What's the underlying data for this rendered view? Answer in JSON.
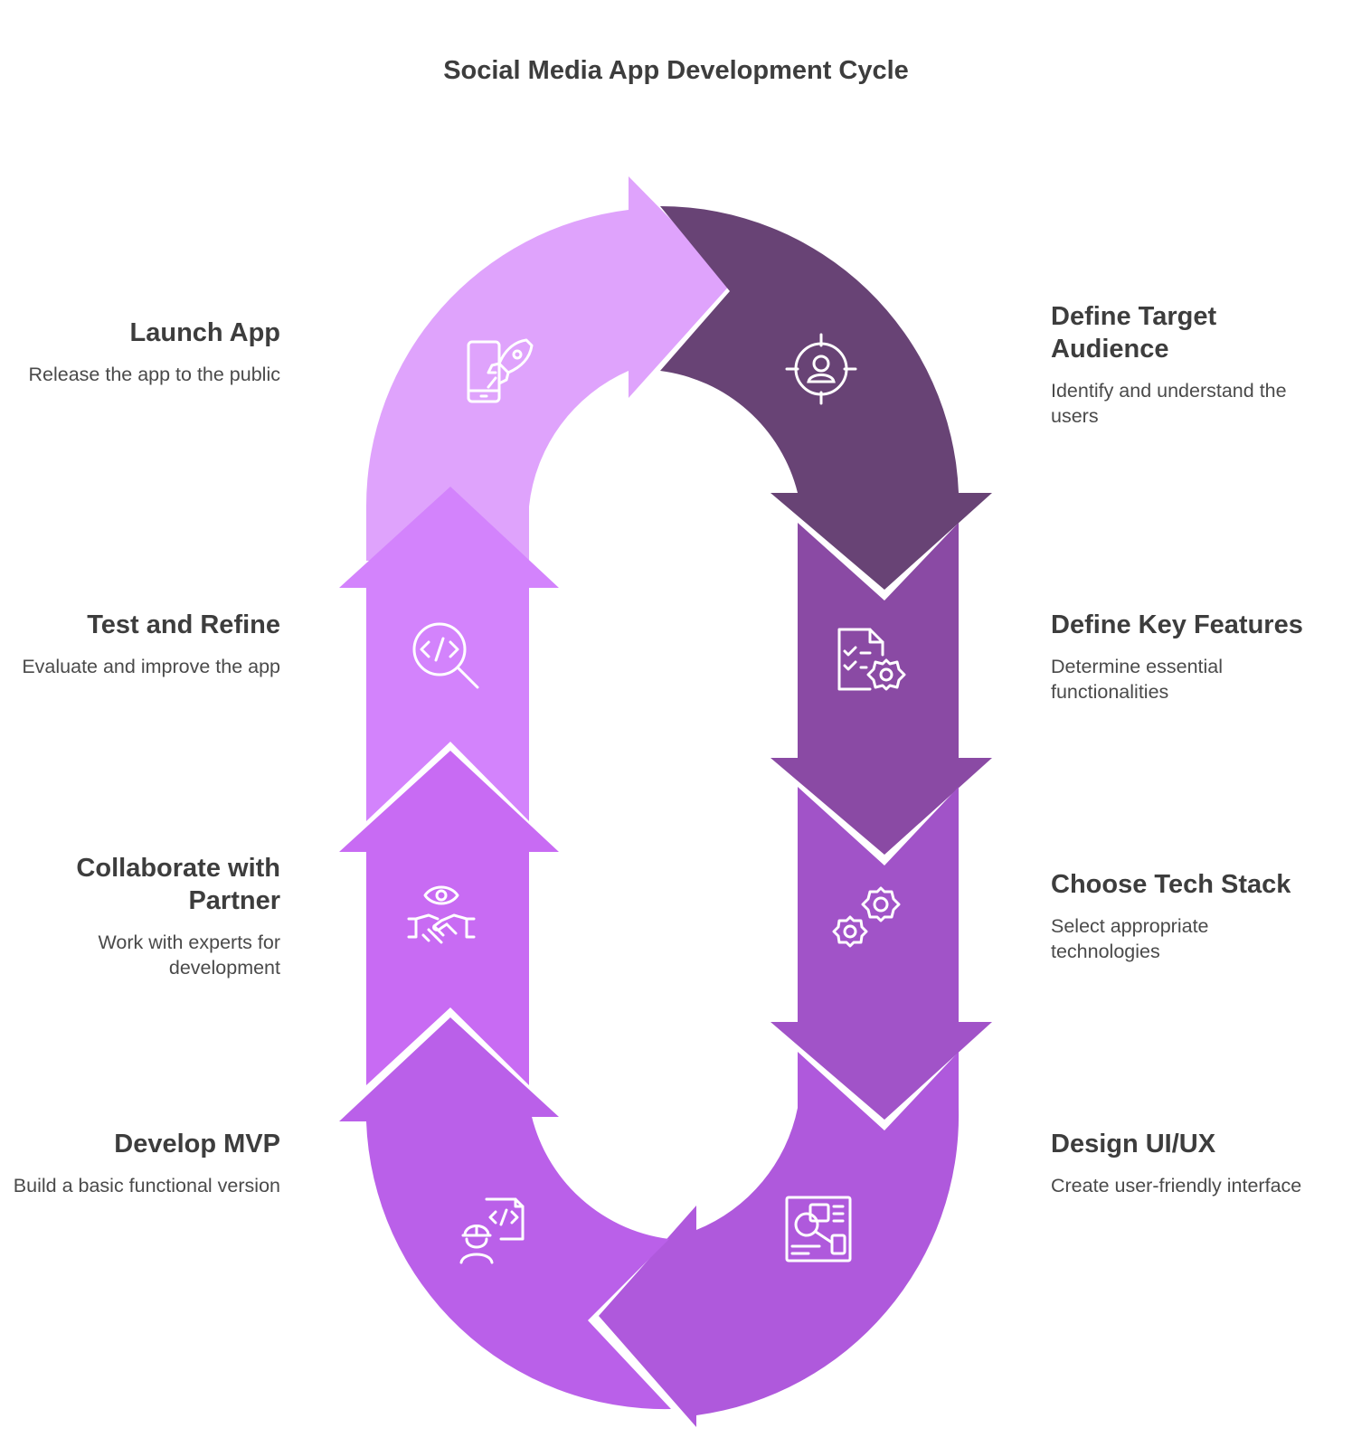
{
  "title": "Social Media App Development Cycle",
  "steps": [
    {
      "id": "define-target-audience",
      "title": "Define Target Audience",
      "description": "Identify and understand the users",
      "color": "#684375",
      "icon": "target-user-icon"
    },
    {
      "id": "define-key-features",
      "title": "Define Key Features",
      "description": "Determine essential functionalities",
      "color": "#8a4aa4",
      "icon": "checklist-gear-icon"
    },
    {
      "id": "choose-tech-stack",
      "title": "Choose Tech Stack",
      "description": "Select appropriate technologies",
      "color": "#a153c8",
      "icon": "gears-icon"
    },
    {
      "id": "design-ui-ux",
      "title": "Design UI/UX",
      "description": "Create user-friendly interface",
      "color": "#af59dc",
      "icon": "ui-design-icon"
    },
    {
      "id": "develop-mvp",
      "title": "Develop MVP",
      "description": "Build a basic functional version",
      "color": "#ba60e9",
      "icon": "developer-icon"
    },
    {
      "id": "collaborate-with-partner",
      "title": "Collaborate with Partner",
      "description": "Work with experts for development",
      "color": "#c86bf3",
      "icon": "handshake-eye-icon"
    },
    {
      "id": "test-and-refine",
      "title": "Test and Refine",
      "description": "Evaluate and improve the app",
      "color": "#d383fc",
      "icon": "code-search-icon"
    },
    {
      "id": "launch-app",
      "title": "Launch App",
      "description": "Release the app to the public",
      "color": "#dfa3fc",
      "icon": "rocket-phone-icon"
    }
  ]
}
